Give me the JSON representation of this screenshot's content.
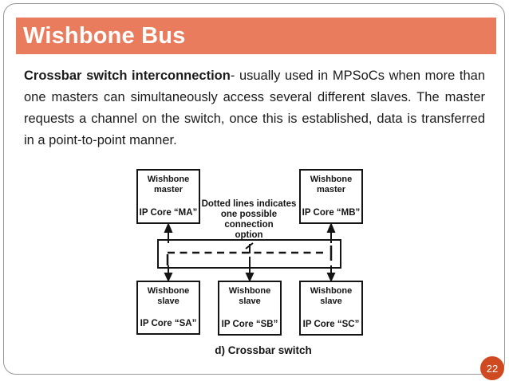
{
  "header": {
    "title": "Wishbone Bus"
  },
  "body": {
    "lead": "Crossbar switch interconnection",
    "rest": "- usually used in MPSoCs when more than one masters can simultaneously access several different slaves. The master requests a channel on the switch, once this is established, data is transferred in a point-to-point manner."
  },
  "diagram": {
    "masters": [
      {
        "l1": "Wishbone",
        "l2": "master",
        "core": "IP Core “MA”"
      },
      {
        "l1": "Wishbone",
        "l2": "master",
        "core": "IP Core “MB”"
      }
    ],
    "slaves": [
      {
        "l1": "Wishbone",
        "l2": "slave",
        "core": "IP Core “SA”"
      },
      {
        "l1": "Wishbone",
        "l2": "slave",
        "core": "IP Core “SB”"
      },
      {
        "l1": "Wishbone",
        "l2": "slave",
        "core": "IP Core “SC”"
      }
    ],
    "note_lines": [
      "Dotted lines indicates",
      "one possible connection",
      "option"
    ],
    "caption": "d) Crossbar switch"
  },
  "footer": {
    "page_number": "22"
  },
  "colors": {
    "header_bg": "#E87C5C",
    "badge_bg": "#CF4A20",
    "border_gray": "#979797",
    "ink": "#1c1c1c",
    "diagram_ink": "#141414"
  }
}
